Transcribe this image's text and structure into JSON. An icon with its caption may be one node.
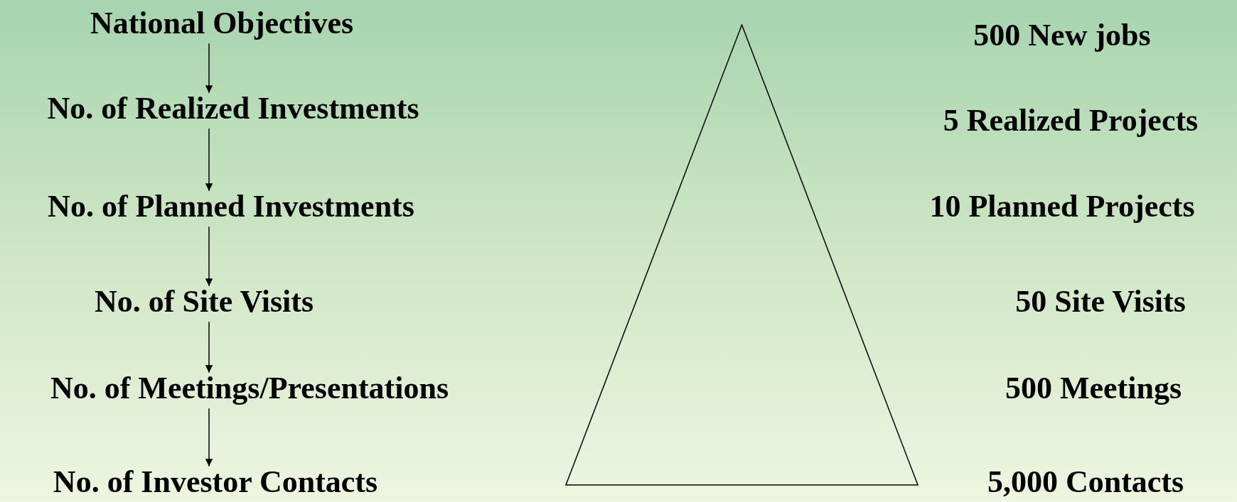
{
  "diagram": {
    "nodes": [
      {
        "text": [
          "National Objectives"
        ]
      },
      {
        "text": [
          "No. of Realized Investments"
        ]
      },
      {
        "text": [
          "No. of Planned Investments"
        ]
      },
      {
        "text": [
          "No. of Site Visits"
        ]
      },
      {
        "text": [
          "No. of Meetings/Presentations"
        ]
      },
      {
        "text": [
          "No. of Investor Contacts"
        ]
      },
      {
        "text": [],
        "shape": "triangle"
      }
    ],
    "edges": [
      {
        "from": 0,
        "to": 1,
        "arrow": "to"
      },
      {
        "from": 1,
        "to": 2,
        "arrow": "to"
      },
      {
        "from": 2,
        "to": 3,
        "arrow": "to"
      },
      {
        "from": 3,
        "to": 4,
        "arrow": "to"
      },
      {
        "from": 4,
        "to": 5,
        "arrow": "to"
      }
    ],
    "labels": [
      "500 New jobs",
      "5 Realized Projects",
      "10 Planned Projects",
      "50 Site Visits",
      "500 Meetings",
      "5,000 Contacts"
    ]
  }
}
